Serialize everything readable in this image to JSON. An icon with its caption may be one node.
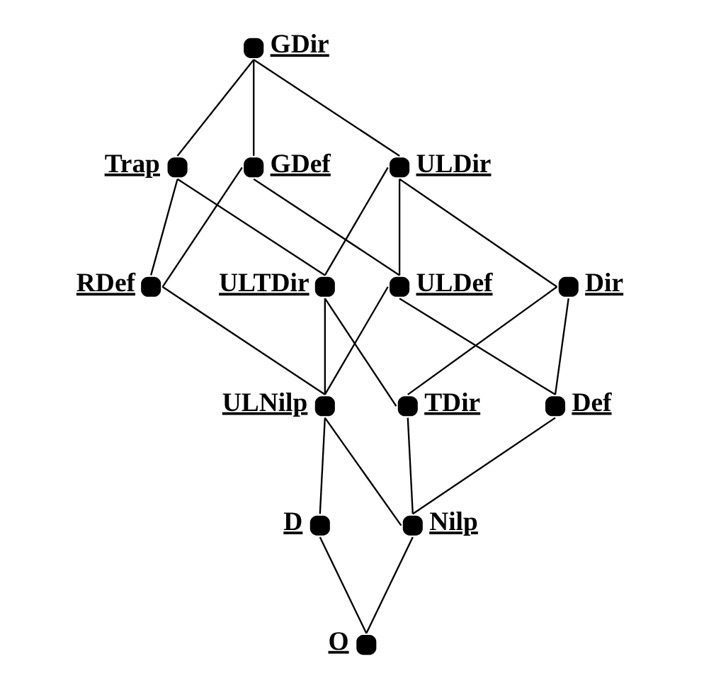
{
  "diagram": {
    "nodes": [
      {
        "text": [],
        "shape": "circle",
        "beside": [
          "GDir"
        ]
      },
      {
        "text": [],
        "shape": "circle",
        "beside": [
          "GDef"
        ]
      },
      {
        "text": [],
        "shape": "circle",
        "beside": [
          "Trap"
        ]
      },
      {
        "text": [],
        "shape": "circle",
        "beside": [
          "ULDir"
        ]
      },
      {
        "text": [],
        "shape": "circle",
        "beside": [
          "RDef"
        ]
      },
      {
        "text": [],
        "shape": "circle",
        "beside": [
          "ULDef"
        ]
      },
      {
        "text": [],
        "shape": "circle",
        "beside": [
          "ULTDir"
        ]
      },
      {
        "text": [],
        "shape": "circle",
        "beside": [
          "Dir"
        ]
      },
      {
        "text": [],
        "shape": "circle",
        "beside": [
          "ULNilp"
        ]
      },
      {
        "text": [],
        "shape": "circle",
        "beside": [
          "Def"
        ]
      },
      {
        "text": [],
        "shape": "circle",
        "beside": [
          "D"
        ]
      },
      {
        "text": [],
        "shape": "circle",
        "beside": [
          "TDir"
        ]
      },
      {
        "text": [],
        "shape": "circle",
        "beside": [
          "Nilp"
        ]
      },
      {
        "text": [],
        "shape": "circle",
        "beside": [
          "O"
        ]
      }
    ],
    "edges": [
      {
        "from": 0,
        "to": 1,
        "arrow": "none"
      },
      {
        "from": 0,
        "to": 2,
        "arrow": "none"
      },
      {
        "from": 0,
        "to": 3,
        "arrow": "none"
      },
      {
        "from": 1,
        "to": 4,
        "arrow": "none"
      },
      {
        "from": 1,
        "to": 5,
        "arrow": "none"
      },
      {
        "from": 2,
        "to": 4,
        "arrow": "none"
      },
      {
        "from": 2,
        "to": 6,
        "arrow": "none"
      },
      {
        "from": 3,
        "to": 5,
        "arrow": "none"
      },
      {
        "from": 3,
        "to": 6,
        "arrow": "none"
      },
      {
        "from": 3,
        "to": 7,
        "arrow": "none"
      },
      {
        "from": 5,
        "to": 8,
        "arrow": "none"
      },
      {
        "from": 5,
        "to": 9,
        "arrow": "none"
      },
      {
        "from": 6,
        "to": 8,
        "arrow": "none"
      },
      {
        "from": 6,
        "to": 11,
        "arrow": "none"
      },
      {
        "from": 4,
        "to": 8,
        "arrow": "none"
      },
      {
        "from": 7,
        "to": 9,
        "arrow": "none"
      },
      {
        "from": 7,
        "to": 11,
        "arrow": "none"
      },
      {
        "from": 9,
        "to": 12,
        "arrow": "none"
      },
      {
        "from": 8,
        "to": 10,
        "arrow": "none"
      },
      {
        "from": 8,
        "to": 12,
        "arrow": "none"
      },
      {
        "from": 11,
        "to": 12,
        "arrow": "none"
      },
      {
        "from": 10,
        "to": 13,
        "arrow": "none"
      },
      {
        "from": 12,
        "to": 13,
        "arrow": "none"
      }
    ]
  }
}
